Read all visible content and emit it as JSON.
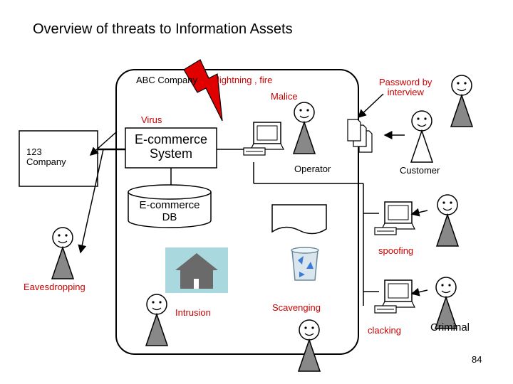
{
  "title": "Overview of threats to Information Assets",
  "page_number": "84",
  "labels": {
    "company_abc": "ABC Company",
    "lightning": "lightning , fire",
    "malice": "Malice",
    "password": "Password by\ninterview",
    "virus": "Virus",
    "company_123": "123\nCompany",
    "ecommerce_system": "E-commerce\nSystem",
    "ecommerce_db": "E-commerce\nDB",
    "operator": "Operator",
    "customer": "Customer",
    "spoofing": "spoofing",
    "eavesdropping": "Eavesdropping",
    "intrusion": "Intrusion",
    "scavenging": "Scavenging",
    "cracking": "clacking",
    "criminal": "Criminal"
  },
  "colors": {
    "threat_text": "#cc0000",
    "lightning": "#e00000",
    "person_fill": "#888888",
    "house_bg": "#a9d8df",
    "house": "#6a6a6a"
  }
}
